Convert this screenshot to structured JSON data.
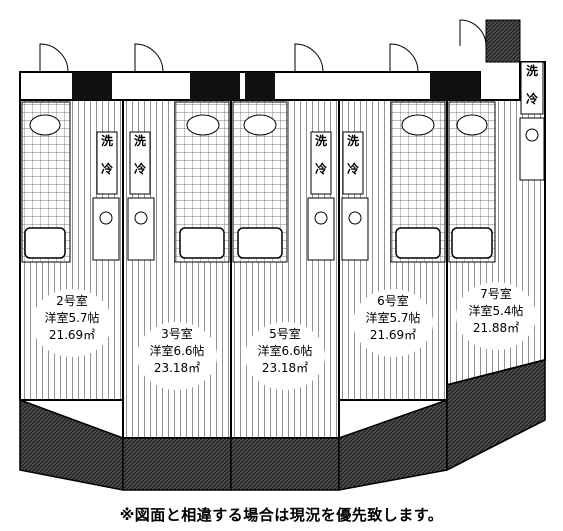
{
  "units": [
    {
      "name": "2号室",
      "room": "洋室5.7帖",
      "area": "21.69㎡"
    },
    {
      "name": "3号室",
      "room": "洋室6.6帖",
      "area": "23.18㎡"
    },
    {
      "name": "5号室",
      "room": "洋室6.6帖",
      "area": "23.18㎡"
    },
    {
      "name": "6号室",
      "room": "洋室5.7帖",
      "area": "21.69㎡"
    },
    {
      "name": "7号室",
      "room": "洋室5.4帖",
      "area": "21.88㎡"
    }
  ],
  "tags": {
    "washer": "洗",
    "fridge": "冷"
  },
  "note": "※図面と相違する場合は現況を優先致します。",
  "colors": {
    "line": "#000000",
    "balcony": "#3a3a3a",
    "paper": "#ffffff"
  }
}
